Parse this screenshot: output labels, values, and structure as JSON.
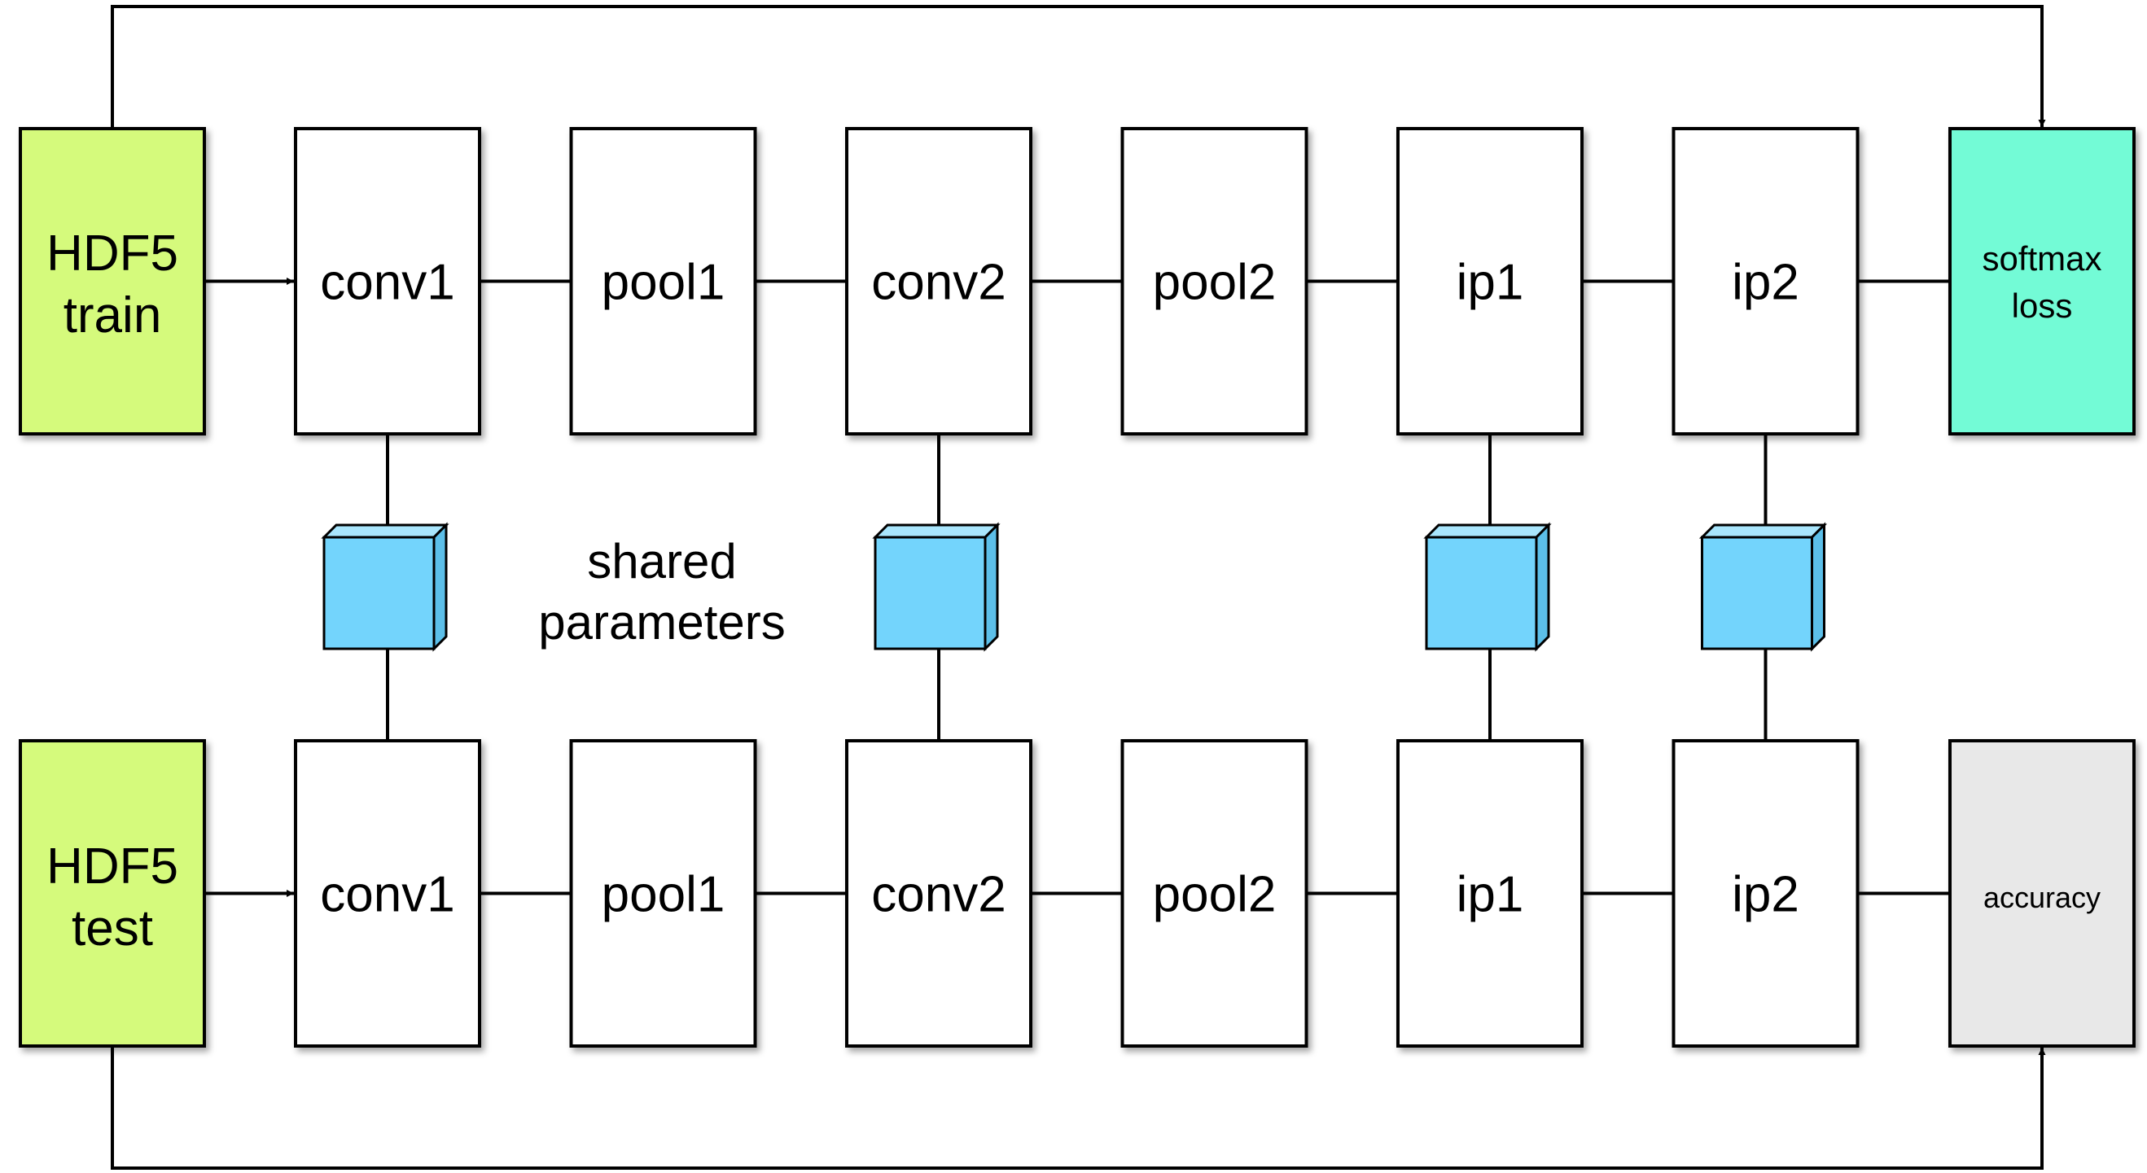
{
  "colors": {
    "data_layer": "#d5fa7c",
    "loss_layer": "#73fbd6",
    "accuracy_layer": "#e8e8e8",
    "layer": "#ffffff",
    "param_front": "#73d4fc",
    "param_top": "#a9e6fd",
    "param_side": "#5cbfe9",
    "line": "#000000"
  },
  "train_net": {
    "data_label": [
      "HDF5",
      "train"
    ],
    "layers": [
      "conv1",
      "pool1",
      "conv2",
      "pool2",
      "ip1",
      "ip2"
    ],
    "loss_label": [
      "softmax",
      "loss"
    ]
  },
  "test_net": {
    "data_label": [
      "HDF5",
      "test"
    ],
    "layers": [
      "conv1",
      "pool1",
      "conv2",
      "pool2",
      "ip1",
      "ip2"
    ],
    "accuracy_label": "accuracy"
  },
  "shared_params": {
    "note": [
      "shared",
      "parameters"
    ],
    "layers": [
      "conv1",
      "conv2",
      "ip1",
      "ip2"
    ]
  }
}
